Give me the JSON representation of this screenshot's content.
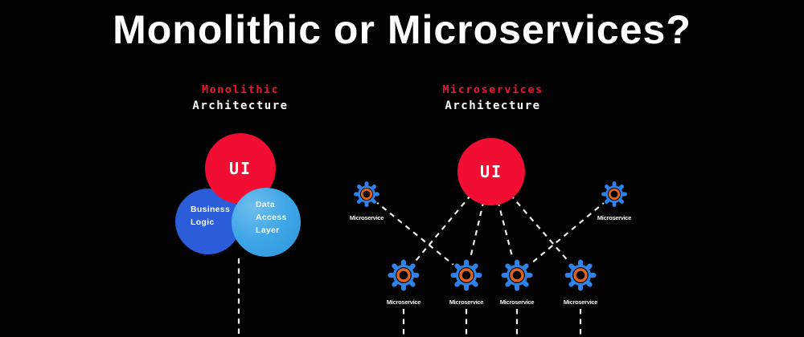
{
  "title": "Monolithic or Microservices?",
  "monolithic": {
    "heading_accent": "Monolithic",
    "heading_rest": "Architecture",
    "ui_label": "UI",
    "business_logic_label": "Business\nLogic",
    "data_access_label": "Data\nAccess\nLayer"
  },
  "microservices": {
    "heading_accent": "Microservices",
    "heading_rest": "Architecture",
    "ui_label": "UI",
    "side_nodes": [
      {
        "label": "Microservice"
      },
      {
        "label": "Microservice"
      }
    ],
    "bottom_nodes": [
      {
        "label": "Microservice"
      },
      {
        "label": "Microservice"
      },
      {
        "label": "Microservice"
      },
      {
        "label": "Microservice"
      }
    ]
  },
  "icons": {
    "gear": "gear-icon"
  },
  "colors": {
    "background": "#020202",
    "heading_red": "#ee1430",
    "circle_red": "#f20d33",
    "business_logic_blue": "#2b5cd9",
    "data_access_blue": "#3fa6e6",
    "gear_blue": "#2e82e8",
    "gear_orange": "#e2621d",
    "connector_white": "#ececec",
    "text_white": "#ffffff"
  }
}
